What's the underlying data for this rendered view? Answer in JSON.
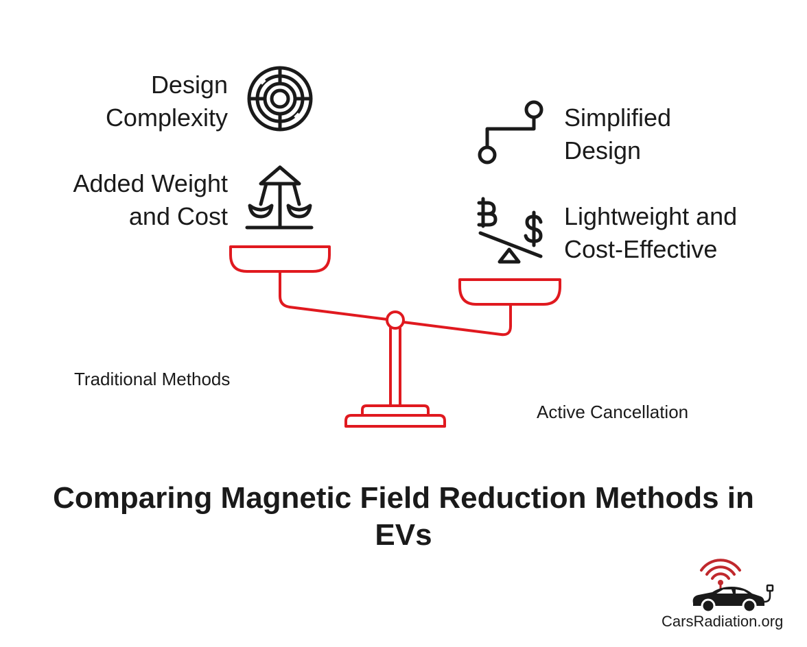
{
  "left_side": {
    "group_label": "Traditional Methods",
    "items": [
      {
        "line1": "Design",
        "line2": "Complexity",
        "icon": "maze-icon"
      },
      {
        "line1": "Added Weight",
        "line2": "and Cost",
        "icon": "swing-ride-icon"
      }
    ]
  },
  "right_side": {
    "group_label": "Active Cancellation",
    "items": [
      {
        "line1": "Simplified",
        "line2": "Design",
        "icon": "path-icon"
      },
      {
        "line1": "Lightweight and",
        "line2": "Cost-Effective",
        "icon": "seesaw-currency-icon"
      }
    ]
  },
  "title": {
    "line1": "Comparing Magnetic Field Reduction Methods in",
    "line2": "EVs"
  },
  "brand": {
    "name": "CarsRadiation.org",
    "logo_icon": "car-radiation-logo-icon"
  },
  "colors": {
    "scale": "#e0191f",
    "icon": "#1a1a1a",
    "logo_red": "#c0282c"
  }
}
